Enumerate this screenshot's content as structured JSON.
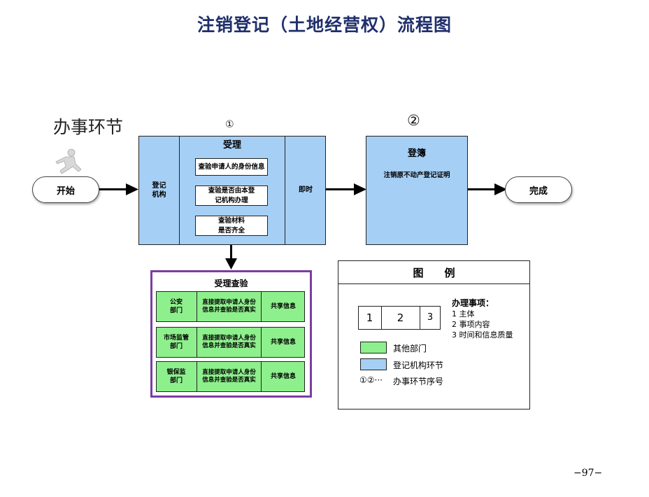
{
  "title": "注销登记（土地经营权）流程图",
  "section_label": "办事环节",
  "start_label": "开始",
  "end_label": "完成",
  "step1": {
    "number": "①",
    "title": "受理",
    "left_label": "登记\n机构",
    "right_label": "即时",
    "items": [
      "查验申请人的身份信息",
      "查验是否由本登\n记机构办理",
      "查验材料\n是否齐全"
    ]
  },
  "step2": {
    "number": "②",
    "title": "登簿",
    "content": "注销原不动产登记证明"
  },
  "check": {
    "title": "受理查验",
    "rows": [
      {
        "dept": "公安\n部门",
        "content": "直接提取申请人身份\n信息并查验是否真实",
        "result": "共享信息"
      },
      {
        "dept": "市场监管\n部门",
        "content": "直接提取申请人身份\n信息并查验是否真实",
        "result": "共享信息"
      },
      {
        "dept": "银保监\n部门",
        "content": "直接提取申请人身份\n信息并查验是否真实",
        "result": "共享信息"
      }
    ]
  },
  "legend": {
    "title": "图　　例",
    "cells": [
      "1",
      "2",
      "3"
    ],
    "items_title": "办理事项：",
    "items": [
      "1  主体",
      "2  事项内容",
      "3  时间和信息质量"
    ],
    "green_label": "其他部门",
    "blue_label": "登记机构环节",
    "seq_symbol": "①②···",
    "seq_label": "办事环节序号"
  },
  "colors": {
    "registry_blue": "#a6cff5",
    "other_dept_green": "#8ef08c",
    "check_border_purple": "#7a3ea0",
    "title_navy": "#1f2f6b"
  },
  "page_number": "−97−"
}
